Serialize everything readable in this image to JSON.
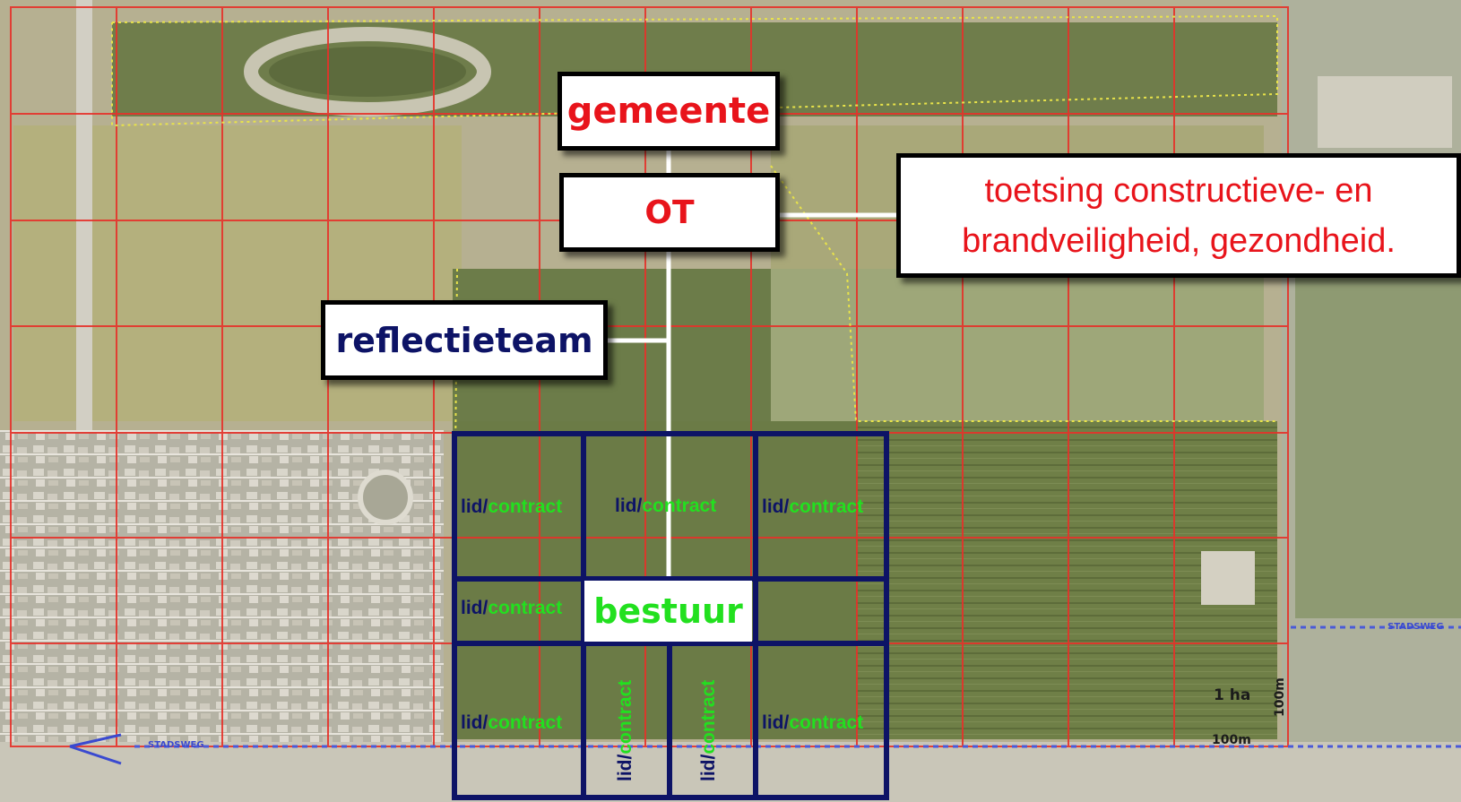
{
  "colors": {
    "red_text": "#e8141b",
    "navy": "#0d1366",
    "green_text": "#22e01f",
    "grid_red": "#e6322a",
    "connector": "#ffffff"
  },
  "boxes": {
    "gemeente": "gemeente",
    "ot": "OT",
    "reflectieteam": "reflectieteam",
    "toetsing_line1": "toetsing constructieve- en",
    "toetsing_line2": "brandveiligheid, gezondheid.",
    "bestuur": "bestuur"
  },
  "cells": {
    "lid": "lid/",
    "contract": "contract"
  },
  "map_labels": {
    "scale_area": "1 ha",
    "scale_side": "100m",
    "scale_bottom": "100m",
    "road": "STADSWEG"
  }
}
